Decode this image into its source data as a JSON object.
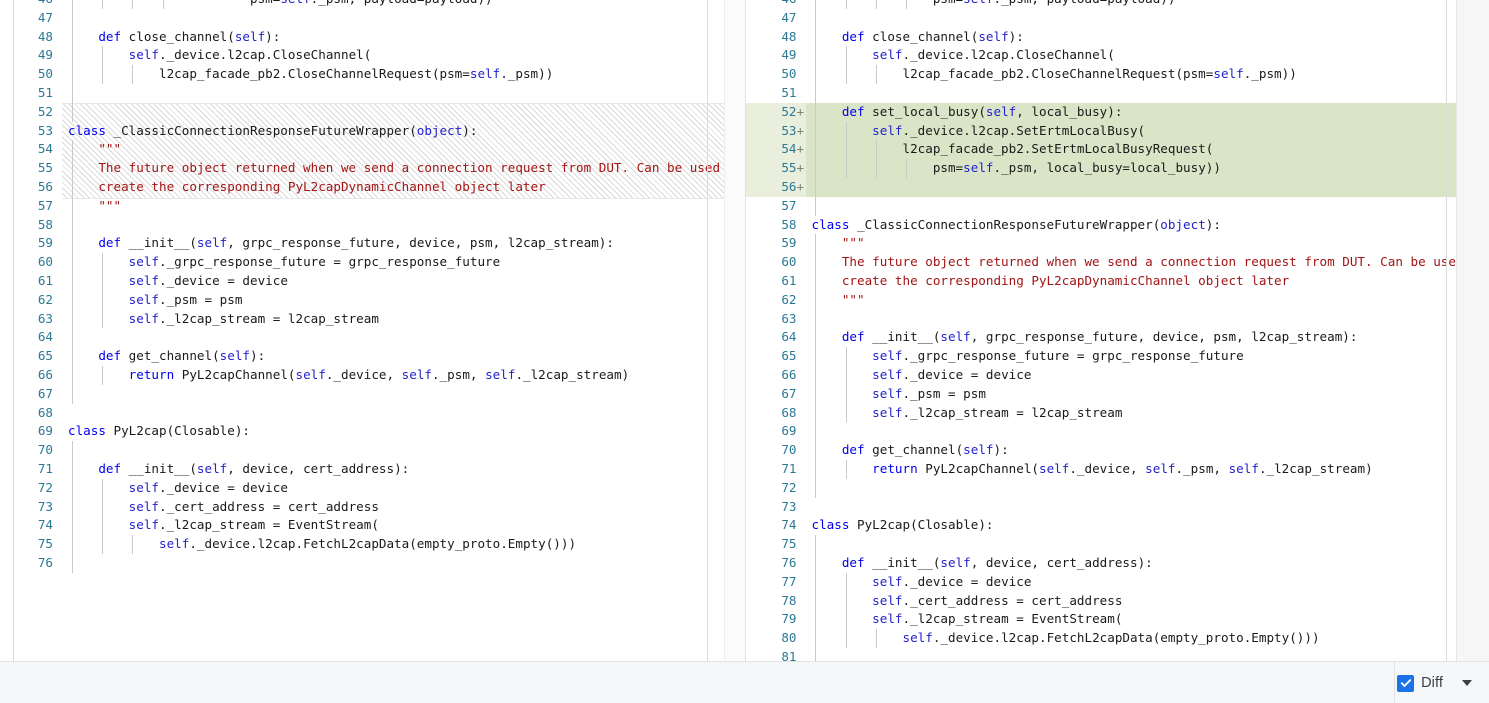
{
  "app": {
    "view": "side-by-side-code-diff",
    "language": "python"
  },
  "statusbar": {
    "diff_label": "Diff",
    "diff_checked": true,
    "checkmark_icon": "check-icon",
    "dropdown_icon": "caret-down-icon"
  },
  "colors": {
    "add_code_bg": "#dae5c8",
    "add_gutter_bg": "#e9eedd",
    "line_number": "#2b7a94",
    "keyword": "#0000ee",
    "self": "#2222cc",
    "string": "#a31515",
    "checkbox_accent": "#1a73e8",
    "statusbar_bg": "#f6f7f8",
    "pane_bg": "#ffffff"
  },
  "left_pane": {
    "name": "original-file-pane",
    "lines": [
      {
        "n": "46",
        "indent": 4,
        "html": "                <span class=\"txt\">        psm=<span class=\"slf\">self</span>._psm, payload=payload))</span>"
      },
      {
        "n": "47",
        "indent": 1,
        "html": "<span class=\"txt\"></span>"
      },
      {
        "n": "48",
        "indent": 1,
        "html": "<span class=\"txt\">    <span class=\"kw\">def</span> close_channel(<span class=\"slf\">self</span>):</span>"
      },
      {
        "n": "49",
        "indent": 2,
        "html": "<span class=\"txt\">        <span class=\"slf\">self</span>._device.l2cap.CloseChannel(</span>"
      },
      {
        "n": "50",
        "indent": 3,
        "html": "<span class=\"txt\">            l2cap_facade_pb2.CloseChannelRequest(psm=<span class=\"slf\">self</span>._psm))</span>"
      },
      {
        "n": "51",
        "indent": 1,
        "html": "<span class=\"txt\"></span>"
      },
      {
        "n": "hatch1",
        "indent": 0,
        "html": ""
      },
      {
        "n": "hatch2",
        "indent": 0,
        "html": ""
      },
      {
        "n": "hatch3",
        "indent": 0,
        "html": ""
      },
      {
        "n": "hatch4",
        "indent": 0,
        "html": ""
      },
      {
        "n": "hatch5",
        "indent": 0,
        "html": ""
      },
      {
        "n": "52",
        "indent": 1,
        "html": "<span class=\"txt\"></span>"
      },
      {
        "n": "53",
        "indent": 0,
        "html": "<span class=\"txt\"><span class=\"kw\">class</span> _ClassicConnectionResponseFutureWrapper(<span class=\"slf\">object</span>):</span>"
      },
      {
        "n": "54",
        "indent": 1,
        "html": "<span class=\"txt\">    <span class=\"str\">\"\"\"</span></span>"
      },
      {
        "n": "55",
        "indent": 1,
        "html": "<span class=\"txt\"><span class=\"str\">    The future object returned when we send a connection request from DUT. Can be used to</span></span>"
      },
      {
        "n": "56",
        "indent": 1,
        "html": "<span class=\"txt\"><span class=\"str\">    create the corresponding PyL2capDynamicChannel object later</span></span>"
      },
      {
        "n": "57",
        "indent": 1,
        "html": "<span class=\"txt\">    <span class=\"str\">\"\"\"</span></span>"
      },
      {
        "n": "58",
        "indent": 1,
        "html": "<span class=\"txt\"></span>"
      },
      {
        "n": "59",
        "indent": 1,
        "html": "<span class=\"txt\">    <span class=\"kw\">def</span> __init__(<span class=\"slf\">self</span>, grpc_response_future, device, psm, l2cap_stream):</span>"
      },
      {
        "n": "60",
        "indent": 2,
        "html": "<span class=\"txt\">        <span class=\"slf\">self</span>._grpc_response_future = grpc_response_future</span>"
      },
      {
        "n": "61",
        "indent": 2,
        "html": "<span class=\"txt\">        <span class=\"slf\">self</span>._device = device</span>"
      },
      {
        "n": "62",
        "indent": 2,
        "html": "<span class=\"txt\">        <span class=\"slf\">self</span>._psm = psm</span>"
      },
      {
        "n": "63",
        "indent": 2,
        "html": "<span class=\"txt\">        <span class=\"slf\">self</span>._l2cap_stream = l2cap_stream</span>"
      },
      {
        "n": "64",
        "indent": 1,
        "html": "<span class=\"txt\"></span>"
      },
      {
        "n": "65",
        "indent": 1,
        "html": "<span class=\"txt\">    <span class=\"kw\">def</span> get_channel(<span class=\"slf\">self</span>):</span>"
      },
      {
        "n": "66",
        "indent": 2,
        "html": "<span class=\"txt\">        <span class=\"kw\">return</span> PyL2capChannel(<span class=\"slf\">self</span>._device, <span class=\"slf\">self</span>._psm, <span class=\"slf\">self</span>._l2cap_stream)</span>"
      },
      {
        "n": "67",
        "indent": 1,
        "html": "<span class=\"txt\"></span>"
      },
      {
        "n": "68",
        "indent": 0,
        "html": "<span class=\"txt\"></span>"
      },
      {
        "n": "69",
        "indent": 0,
        "html": "<span class=\"txt\"><span class=\"kw\">class</span> PyL2cap(Closable):</span>"
      },
      {
        "n": "70",
        "indent": 1,
        "html": "<span class=\"txt\"></span>"
      },
      {
        "n": "71",
        "indent": 1,
        "html": "<span class=\"txt\">    <span class=\"kw\">def</span> __init__(<span class=\"slf\">self</span>, device, cert_address):</span>"
      },
      {
        "n": "72",
        "indent": 2,
        "html": "<span class=\"txt\">        <span class=\"slf\">self</span>._device = device</span>"
      },
      {
        "n": "73",
        "indent": 2,
        "html": "<span class=\"txt\">        <span class=\"slf\">self</span>._cert_address = cert_address</span>"
      },
      {
        "n": "74",
        "indent": 2,
        "html": "<span class=\"txt\">        <span class=\"slf\">self</span>._l2cap_stream = EventStream(</span>"
      },
      {
        "n": "75",
        "indent": 3,
        "html": "<span class=\"txt\">            <span class=\"slf\">self</span>._device.l2cap.FetchL2capData(empty_proto.Empty()))</span>"
      },
      {
        "n": "76",
        "indent": 1,
        "html": "<span class=\"txt\"></span>"
      }
    ]
  },
  "right_pane": {
    "name": "modified-file-pane",
    "lines": [
      {
        "n": "46",
        "add": false,
        "indent": 4,
        "html": "<span class=\"txt\">                psm=<span class=\"slf\">self</span>._psm, payload=payload))</span>"
      },
      {
        "n": "47",
        "add": false,
        "indent": 1,
        "html": "<span class=\"txt\"></span>"
      },
      {
        "n": "48",
        "add": false,
        "indent": 1,
        "html": "<span class=\"txt\">    <span class=\"kw\">def</span> close_channel(<span class=\"slf\">self</span>):</span>"
      },
      {
        "n": "49",
        "add": false,
        "indent": 2,
        "html": "<span class=\"txt\">        <span class=\"slf\">self</span>._device.l2cap.CloseChannel(</span>"
      },
      {
        "n": "50",
        "add": false,
        "indent": 3,
        "html": "<span class=\"txt\">            l2cap_facade_pb2.CloseChannelRequest(psm=<span class=\"slf\">self</span>._psm))</span>"
      },
      {
        "n": "51",
        "add": false,
        "indent": 1,
        "html": "<span class=\"txt\"></span>"
      },
      {
        "n": "52",
        "add": true,
        "indent": 1,
        "html": "<span class=\"txt\">    <span class=\"kw\">def</span> set_local_busy(<span class=\"slf\">self</span>, local_busy):</span>"
      },
      {
        "n": "53",
        "add": true,
        "indent": 2,
        "html": "<span class=\"txt\">        <span class=\"slf\">self</span>._device.l2cap.SetErtmLocalBusy(</span>"
      },
      {
        "n": "54",
        "add": true,
        "indent": 3,
        "html": "<span class=\"txt\">            l2cap_facade_pb2.SetErtmLocalBusyRequest(</span>"
      },
      {
        "n": "55",
        "add": true,
        "indent": 4,
        "html": "<span class=\"txt\">                psm=<span class=\"slf\">self</span>._psm, local_busy=local_busy))</span>"
      },
      {
        "n": "56",
        "add": true,
        "indent": 1,
        "html": "<span class=\"txt\"></span>"
      },
      {
        "n": "57",
        "add": false,
        "indent": 1,
        "html": "<span class=\"txt\"></span>"
      },
      {
        "n": "58",
        "add": false,
        "indent": 0,
        "html": "<span class=\"txt\"><span class=\"kw\">class</span> _ClassicConnectionResponseFutureWrapper(<span class=\"slf\">object</span>):</span>"
      },
      {
        "n": "59",
        "add": false,
        "indent": 1,
        "html": "<span class=\"txt\">    <span class=\"str\">\"\"\"</span></span>"
      },
      {
        "n": "60",
        "add": false,
        "indent": 1,
        "html": "<span class=\"txt\"><span class=\"str\">    The future object returned when we send a connection request from DUT. Can be used to</span></span>"
      },
      {
        "n": "61",
        "add": false,
        "indent": 1,
        "html": "<span class=\"txt\"><span class=\"str\">    create the corresponding PyL2capDynamicChannel object later</span></span>"
      },
      {
        "n": "62",
        "add": false,
        "indent": 1,
        "html": "<span class=\"txt\">    <span class=\"str\">\"\"\"</span></span>"
      },
      {
        "n": "63",
        "add": false,
        "indent": 1,
        "html": "<span class=\"txt\"></span>"
      },
      {
        "n": "64",
        "add": false,
        "indent": 1,
        "html": "<span class=\"txt\">    <span class=\"kw\">def</span> __init__(<span class=\"slf\">self</span>, grpc_response_future, device, psm, l2cap_stream):</span>"
      },
      {
        "n": "65",
        "add": false,
        "indent": 2,
        "html": "<span class=\"txt\">        <span class=\"slf\">self</span>._grpc_response_future = grpc_response_future</span>"
      },
      {
        "n": "66",
        "add": false,
        "indent": 2,
        "html": "<span class=\"txt\">        <span class=\"slf\">self</span>._device = device</span>"
      },
      {
        "n": "67",
        "add": false,
        "indent": 2,
        "html": "<span class=\"txt\">        <span class=\"slf\">self</span>._psm = psm</span>"
      },
      {
        "n": "68",
        "add": false,
        "indent": 2,
        "html": "<span class=\"txt\">        <span class=\"slf\">self</span>._l2cap_stream = l2cap_stream</span>"
      },
      {
        "n": "69",
        "add": false,
        "indent": 1,
        "html": "<span class=\"txt\"></span>"
      },
      {
        "n": "70",
        "add": false,
        "indent": 1,
        "html": "<span class=\"txt\">    <span class=\"kw\">def</span> get_channel(<span class=\"slf\">self</span>):</span>"
      },
      {
        "n": "71",
        "add": false,
        "indent": 2,
        "html": "<span class=\"txt\">        <span class=\"kw\">return</span> PyL2capChannel(<span class=\"slf\">self</span>._device, <span class=\"slf\">self</span>._psm, <span class=\"slf\">self</span>._l2cap_stream)</span>"
      },
      {
        "n": "72",
        "add": false,
        "indent": 1,
        "html": "<span class=\"txt\"></span>"
      },
      {
        "n": "73",
        "add": false,
        "indent": 0,
        "html": "<span class=\"txt\"></span>"
      },
      {
        "n": "74",
        "add": false,
        "indent": 0,
        "html": "<span class=\"txt\"><span class=\"kw\">class</span> PyL2cap(Closable):</span>"
      },
      {
        "n": "75",
        "add": false,
        "indent": 1,
        "html": "<span class=\"txt\"></span>"
      },
      {
        "n": "76",
        "add": false,
        "indent": 1,
        "html": "<span class=\"txt\">    <span class=\"kw\">def</span> __init__(<span class=\"slf\">self</span>, device, cert_address):</span>"
      },
      {
        "n": "77",
        "add": false,
        "indent": 2,
        "html": "<span class=\"txt\">        <span class=\"slf\">self</span>._device = device</span>"
      },
      {
        "n": "78",
        "add": false,
        "indent": 2,
        "html": "<span class=\"txt\">        <span class=\"slf\">self</span>._cert_address = cert_address</span>"
      },
      {
        "n": "79",
        "add": false,
        "indent": 2,
        "html": "<span class=\"txt\">        <span class=\"slf\">self</span>._l2cap_stream = EventStream(</span>"
      },
      {
        "n": "80",
        "add": false,
        "indent": 3,
        "html": "<span class=\"txt\">            <span class=\"slf\">self</span>._device.l2cap.FetchL2capData(empty_proto.Empty()))</span>"
      },
      {
        "n": "81",
        "add": false,
        "indent": 1,
        "html": "<span class=\"txt\"></span>"
      }
    ]
  },
  "code_text": {
    "left_plain": [
      "                psm=self._psm, payload=payload))",
      "",
      "    def close_channel(self):",
      "        self._device.l2cap.CloseChannel(",
      "            l2cap_facade_pb2.CloseChannelRequest(psm=self._psm))",
      "",
      "",
      "class _ClassicConnectionResponseFutureWrapper(object):",
      "    \"\"\"",
      "    The future object returned when we send a connection request from DUT. Can be used to",
      "    create the corresponding PyL2capDynamicChannel object later",
      "    \"\"\"",
      "",
      "    def __init__(self, grpc_response_future, device, psm, l2cap_stream):",
      "        self._grpc_response_future = grpc_response_future",
      "        self._device = device",
      "        self._psm = psm",
      "        self._l2cap_stream = l2cap_stream",
      "",
      "    def get_channel(self):",
      "        return PyL2capChannel(self._device, self._psm, self._l2cap_stream)",
      "",
      "",
      "class PyL2cap(Closable):",
      "",
      "    def __init__(self, device, cert_address):",
      "        self._device = device",
      "        self._cert_address = cert_address",
      "        self._l2cap_stream = EventStream(",
      "            self._device.l2cap.FetchL2capData(empty_proto.Empty()))"
    ],
    "added_block_plain": [
      "    def set_local_busy(self, local_busy):",
      "        self._device.l2cap.SetErtmLocalBusy(",
      "            l2cap_facade_pb2.SetErtmLocalBusyRequest(",
      "                psm=self._psm, local_busy=local_busy))",
      ""
    ]
  }
}
